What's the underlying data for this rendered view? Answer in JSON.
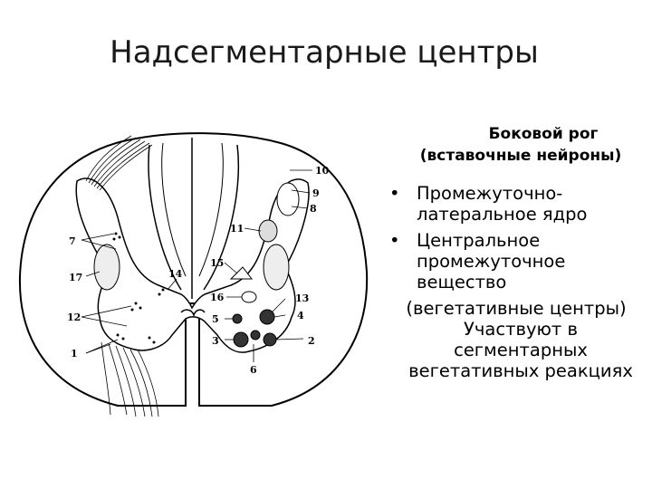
{
  "slide": {
    "title": "Надсегментарные центры"
  },
  "panel": {
    "heading_line1": "Боковой рог",
    "heading_line2": "(вставочные нейроны)",
    "bullet_glyph": "•",
    "bullets": [
      "Промежуточно-латеральное ядро",
      "Центральное промежуточное вещество"
    ],
    "note_line1": "(вегетативные центры)",
    "note_line2": "Участвуют в сегментарных вегетативных реакциях"
  },
  "diagram": {
    "labels": [
      "10",
      "9",
      "8",
      "11",
      "7",
      "17",
      "14",
      "15",
      "16",
      "13",
      "5",
      "4",
      "12",
      "3",
      "2",
      "1",
      "6"
    ],
    "colors": {
      "line": "#000000",
      "fill": "#ffffff",
      "nucleus": "#333333"
    }
  }
}
